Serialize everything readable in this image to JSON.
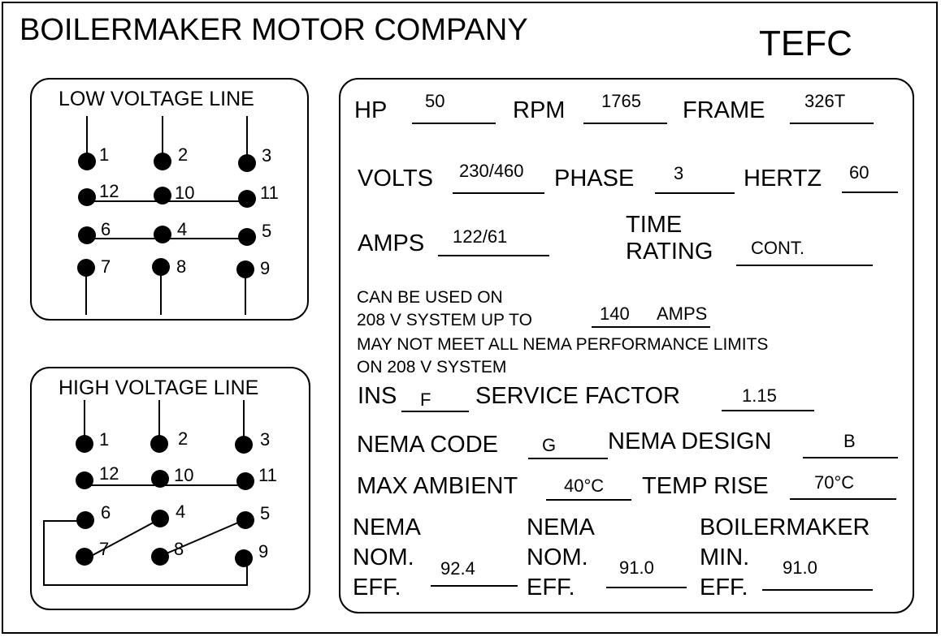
{
  "header": {
    "company": "BOILERMAKER MOTOR COMPANY",
    "enclosure": "TEFC"
  },
  "low_voltage": {
    "title": "LOW VOLTAGE LINE",
    "terminals": [
      "1",
      "2",
      "3",
      "12",
      "10",
      "11",
      "6",
      "4",
      "5",
      "7",
      "8",
      "9"
    ]
  },
  "high_voltage": {
    "title": "HIGH VOLTAGE LINE",
    "terminals": [
      "1",
      "2",
      "3",
      "12",
      "10",
      "11",
      "6",
      "4",
      "5",
      "7",
      "8",
      "9"
    ]
  },
  "specs": {
    "hp": {
      "label": "HP",
      "value": "50"
    },
    "rpm": {
      "label": "RPM",
      "value": "1765"
    },
    "frame": {
      "label": "FRAME",
      "value": "326T"
    },
    "volts": {
      "label": "VOLTS",
      "value": "230/460"
    },
    "phase": {
      "label": "PHASE",
      "value": "3"
    },
    "hertz": {
      "label": "HERTZ",
      "value": "60"
    },
    "amps": {
      "label": "AMPS",
      "value": "122/61"
    },
    "time_rating": {
      "label1": "TIME",
      "label2": "RATING",
      "value": "CONT."
    },
    "note": {
      "line1": "CAN BE USED ON",
      "line2": "208 V SYSTEM UP TO",
      "amps_value": "140",
      "amps_unit": "AMPS",
      "line3": "MAY NOT MEET ALL NEMA PERFORMANCE LIMITS",
      "line4": "ON 208 V SYSTEM"
    },
    "ins": {
      "label": "INS",
      "value": "F"
    },
    "service_factor": {
      "label": "SERVICE FACTOR",
      "value": "1.15"
    },
    "nema_code": {
      "label": "NEMA CODE",
      "value": "G"
    },
    "nema_design": {
      "label": "NEMA DESIGN",
      "value": "B"
    },
    "max_ambient": {
      "label": "MAX AMBIENT",
      "value": "40°C"
    },
    "temp_rise": {
      "label": "TEMP RISE",
      "value": "70°C"
    },
    "eff1": {
      "l1": "NEMA",
      "l2": "NOM.",
      "l3": "EFF.",
      "value": "92.4"
    },
    "eff2": {
      "l1": "NEMA",
      "l2": "NOM.",
      "l3": "EFF.",
      "value": "91.0"
    },
    "eff3": {
      "l1": "BOILERMAKER",
      "l2": "MIN.",
      "l3": "EFF.",
      "value": "91.0"
    }
  }
}
